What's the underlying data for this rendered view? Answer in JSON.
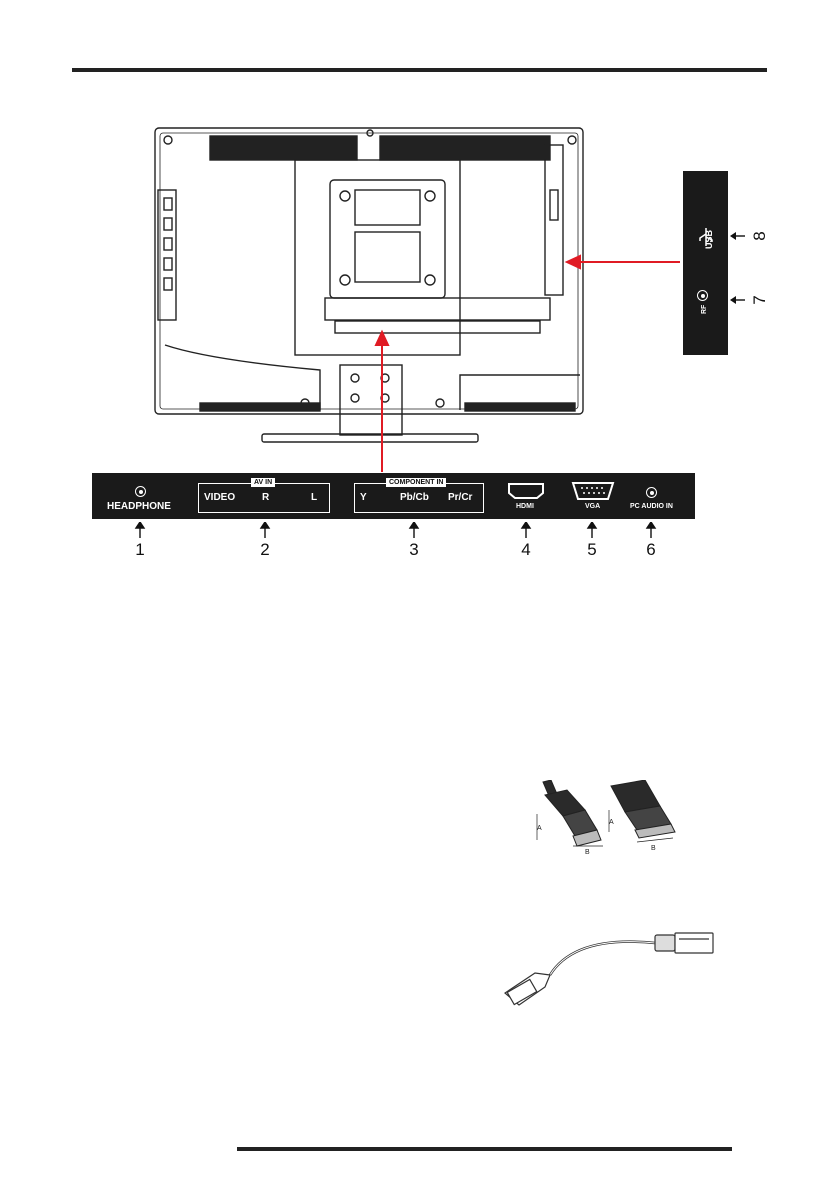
{
  "panel_labels": {
    "headphone": "HEADPHONE",
    "av_in_title": "AV IN",
    "video": "VIDEO",
    "r": "R",
    "l": "L",
    "component_title": "COMPONENT IN",
    "y": "Y",
    "pb": "Pb/Cb",
    "pr": "Pr/Cr",
    "hdmi": "HDMI",
    "vga": "VGA",
    "pc_audio": "PC AUDIO IN",
    "usb": "USB",
    "rf": "RF"
  },
  "callouts": [
    "1",
    "2",
    "3",
    "4",
    "5",
    "6",
    "7",
    "8"
  ],
  "hdmi_dims": {
    "a": "A",
    "b": "B"
  },
  "colors": {
    "panel": "#1a1a1a",
    "arrow": "#e01b24",
    "ink": "#222222"
  }
}
